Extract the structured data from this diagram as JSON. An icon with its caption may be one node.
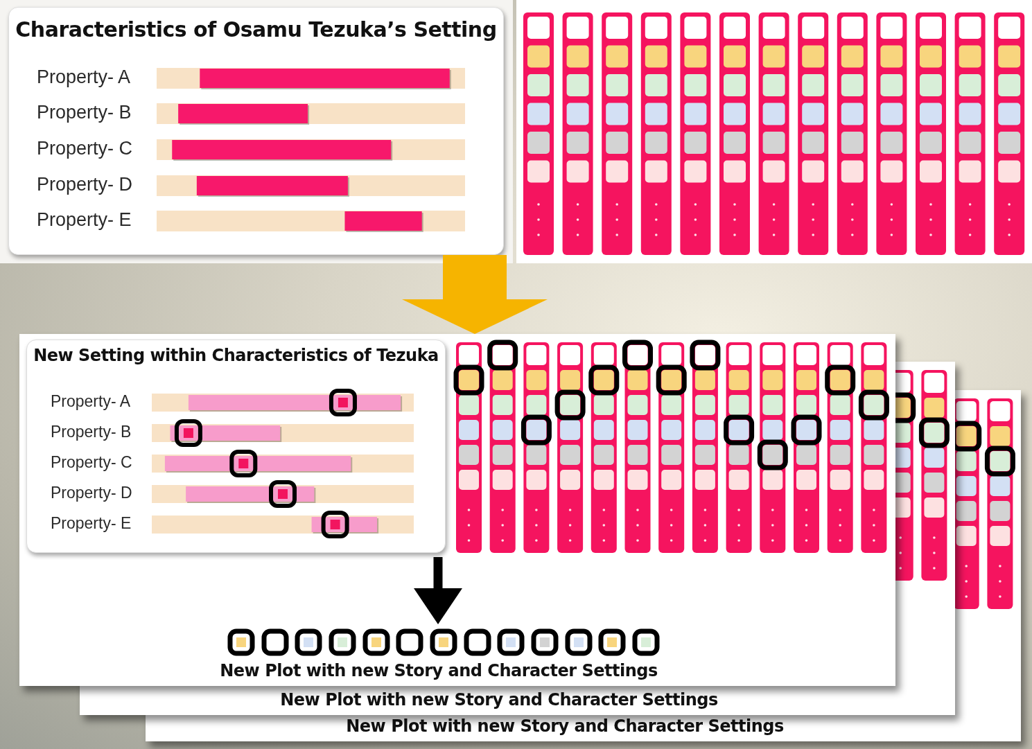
{
  "diagram": {
    "nodes": [
      {
        "text": [
          "Characteristics of Osamu Tezuka’s Setting",
          "Property- A",
          "Property- B",
          "Property- C",
          "Property- D",
          "Property- E"
        ]
      },
      {
        "text": [
          "New Plot with new Story and Character Settings"
        ]
      },
      {
        "text": [
          "New Setting within Characteristics of Tezuka",
          "Property- A",
          "Property- B",
          "Property- C",
          "Property- D",
          "Property- E"
        ],
        "in": 1
      },
      {
        "text": [],
        "shape": "bar",
        "in": 1
      }
    ],
    "edges": [
      {
        "from": 0,
        "to": 1,
        "arrow": "to",
        "style": "thick",
        "color": "#f6b400"
      },
      {
        "from": 2,
        "to": 3,
        "arrow": "to",
        "color": "#000000"
      }
    ],
    "labels": [
      "New Plot with new Story and Character Settings",
      "New Plot with new Story and Character Settings"
    ]
  }
}
